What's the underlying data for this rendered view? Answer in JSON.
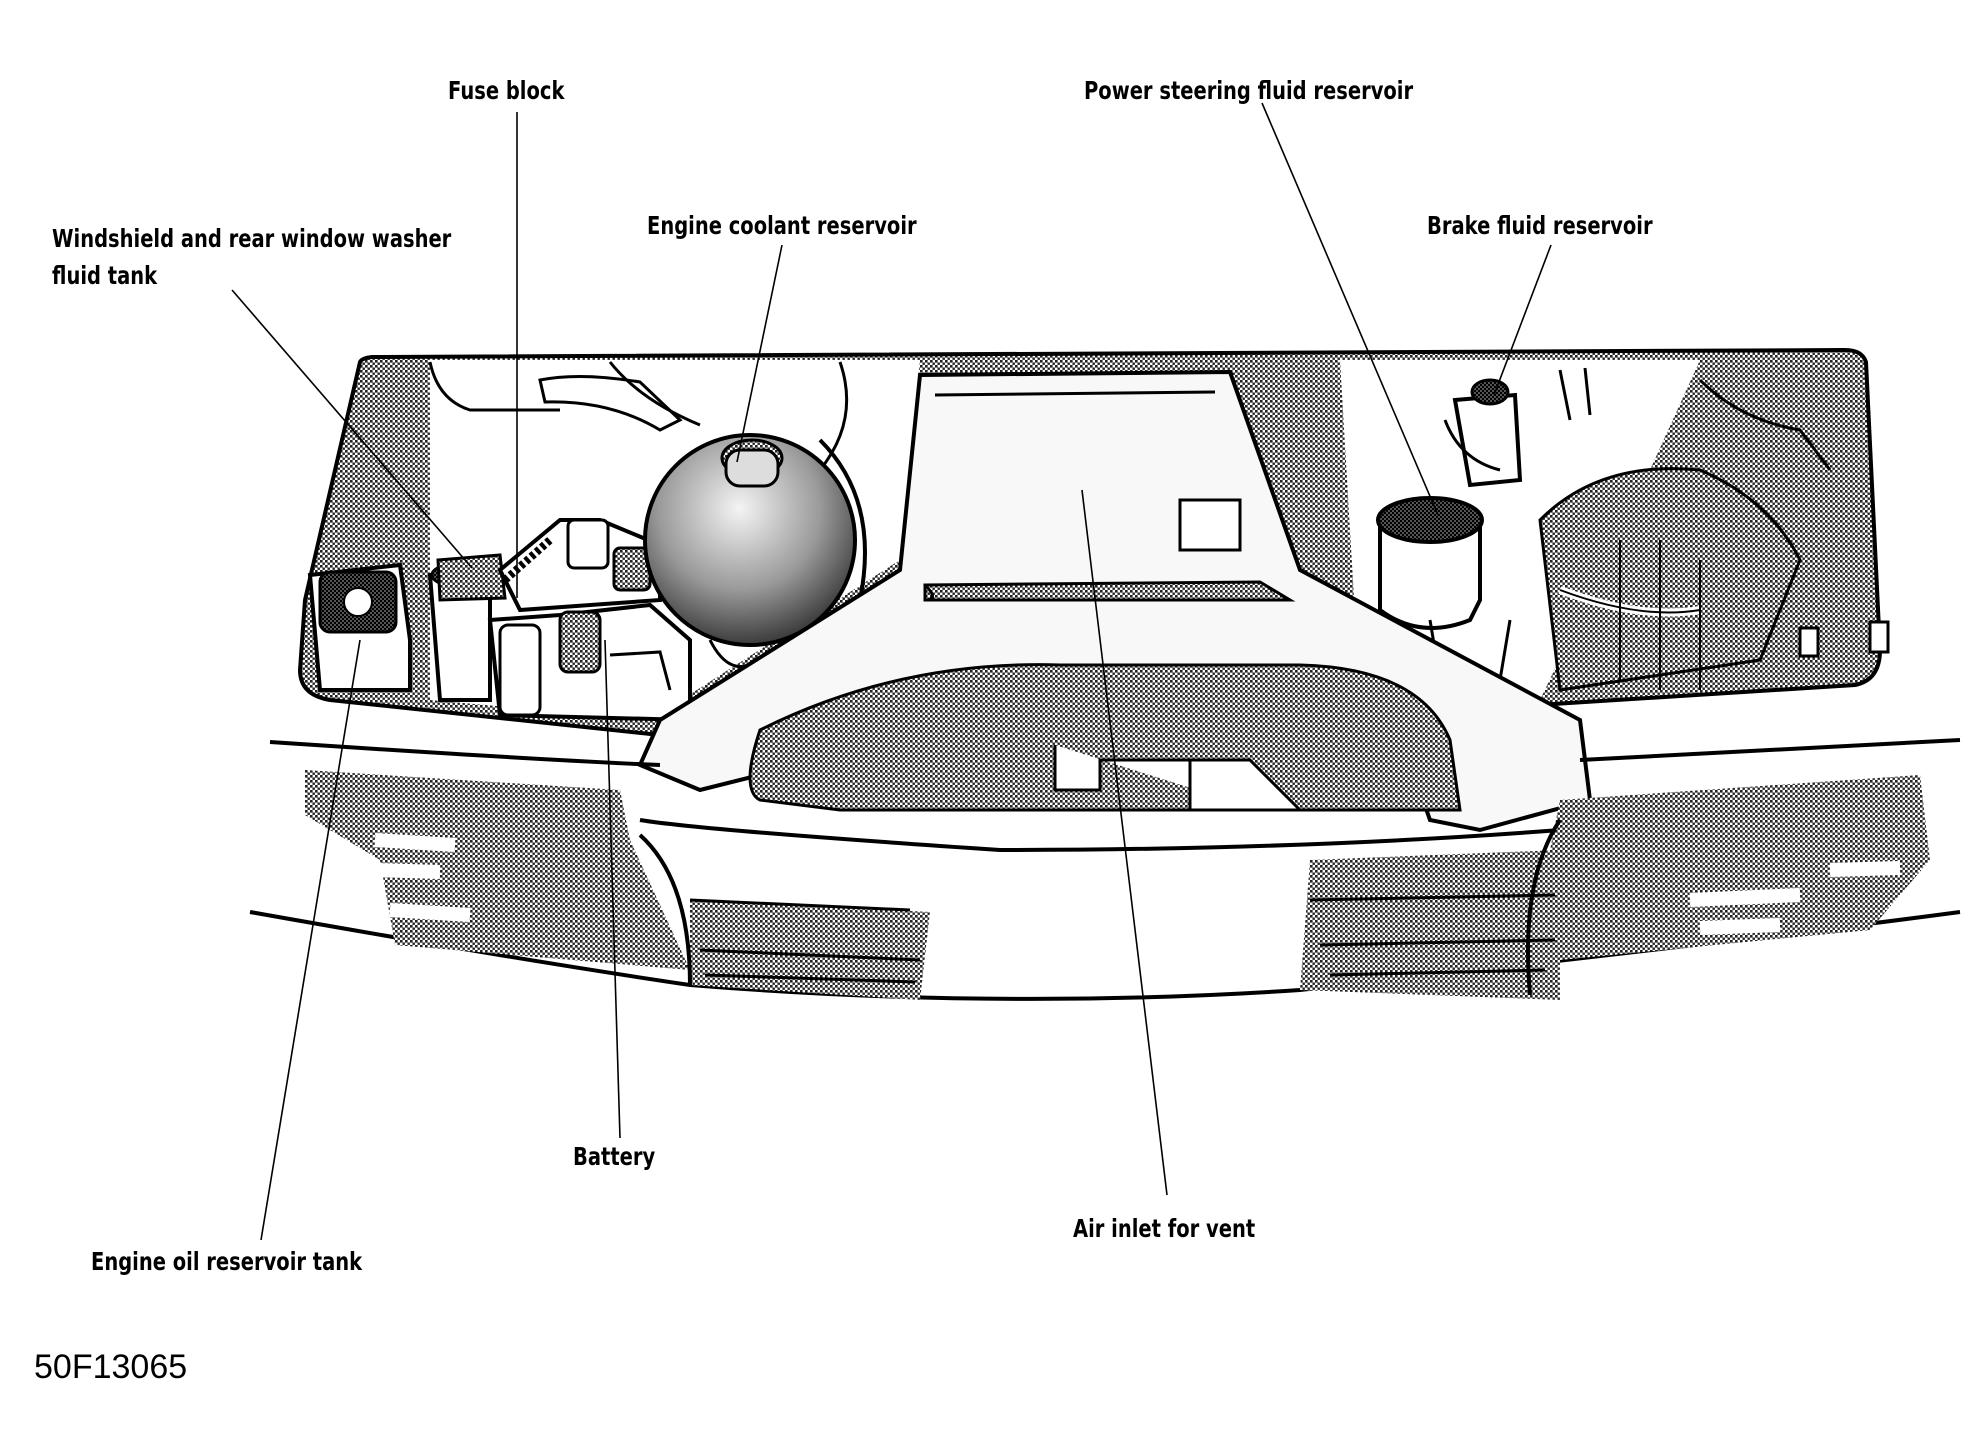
{
  "labels": {
    "fuse_block": "Fuse block",
    "power_steering": "Power steering fluid reservoir",
    "washer_line1": "Windshield and rear window washer",
    "washer_line2": "fluid tank",
    "coolant": "Engine coolant reservoir",
    "brake_fluid": "Brake fluid reservoir",
    "battery": "Battery",
    "air_inlet": "Air inlet for vent",
    "engine_oil": "Engine oil reservoir tank"
  },
  "figure_code": "50F13065",
  "colors": {
    "ink": "#000000",
    "paper": "#ffffff",
    "halftone": "#8a8a8a"
  }
}
